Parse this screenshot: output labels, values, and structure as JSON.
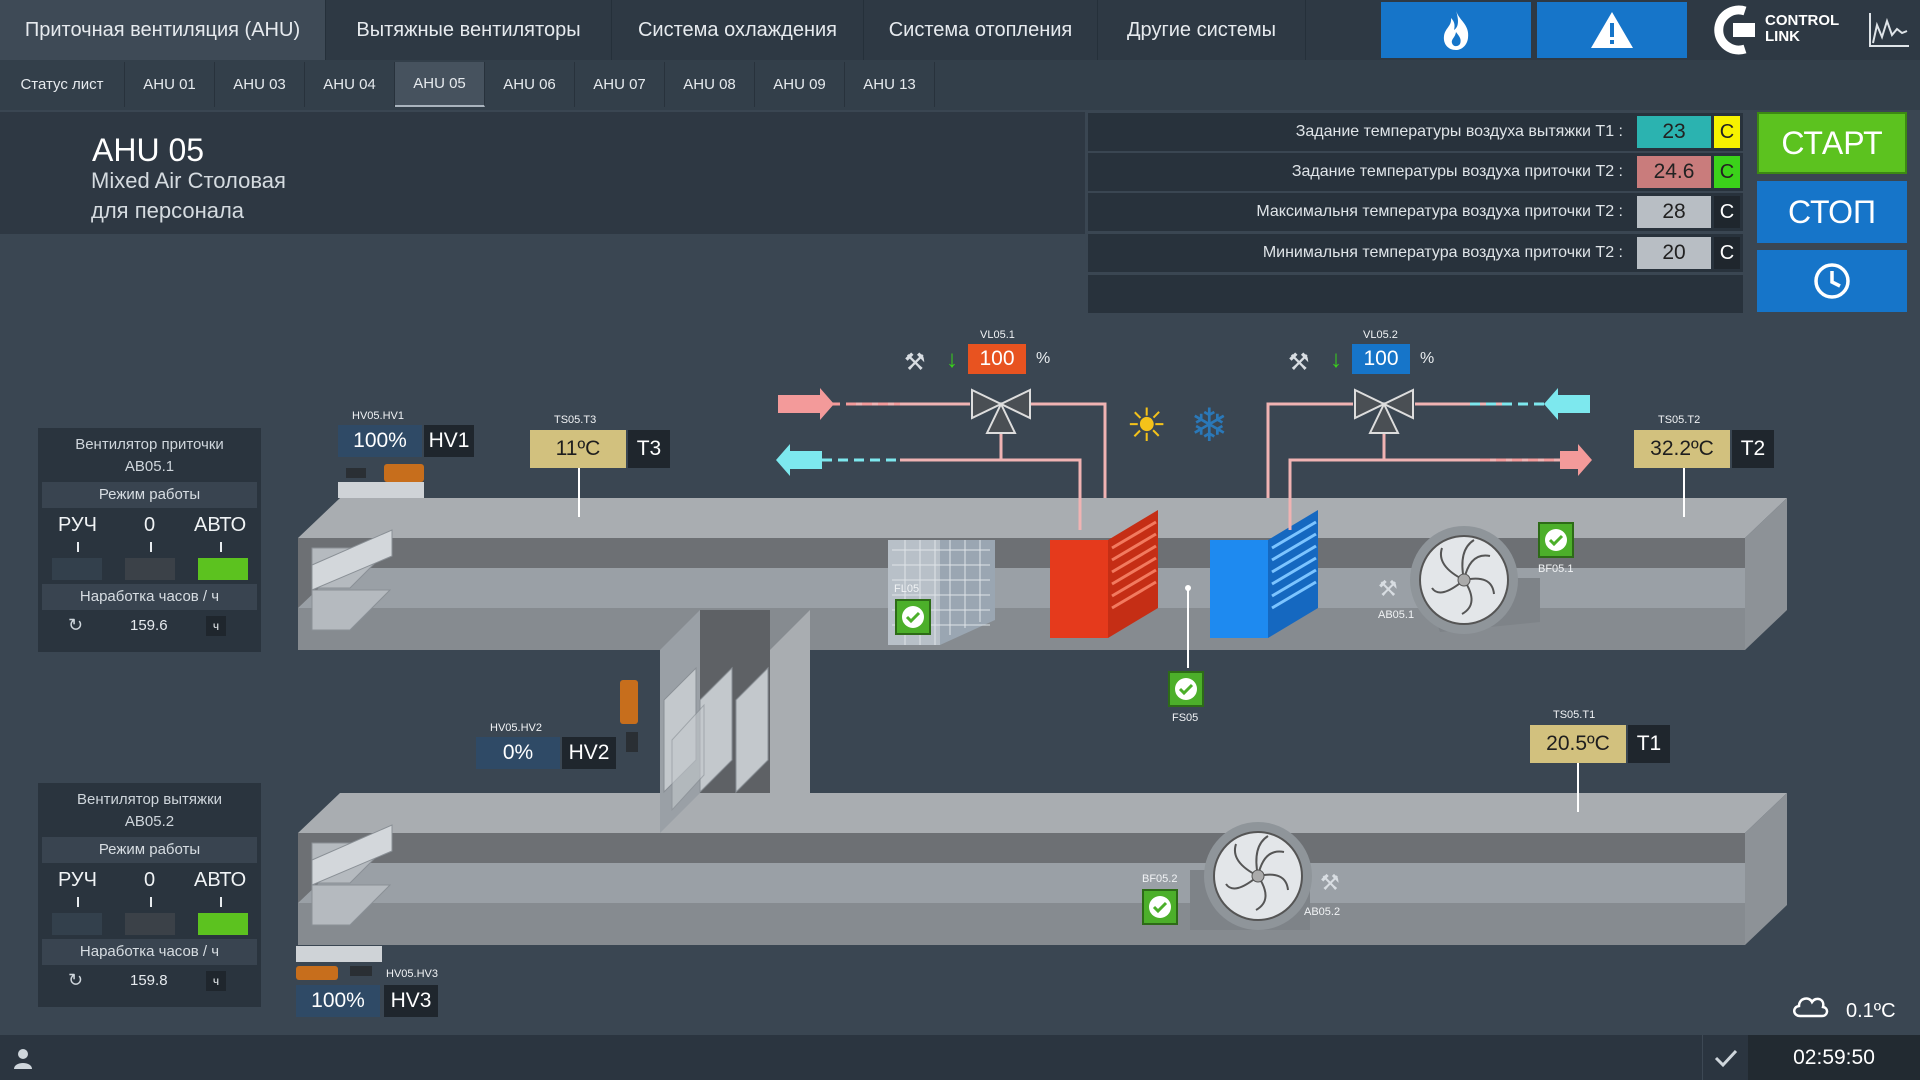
{
  "topnav": {
    "tabs": [
      {
        "label": "Приточная вентиляция (AHU)",
        "active": true
      },
      {
        "label": "Вытяжные вентиляторы"
      },
      {
        "label": "Система охлаждения"
      },
      {
        "label": "Система отопления"
      },
      {
        "label": "Другие системы"
      }
    ],
    "logo_line1": "CONTROL",
    "logo_line2": "LINK"
  },
  "subnav": {
    "tabs": [
      "Статус лист",
      "AHU 01",
      "AHU 03",
      "AHU 04",
      "AHU 05",
      "AHU 06",
      "AHU 07",
      "AHU 08",
      "AHU 09",
      "AHU 13"
    ],
    "active": "AHU 05"
  },
  "unit": {
    "name": "AHU 05",
    "desc1": "Mixed Air Столовая",
    "desc2": "для персонала"
  },
  "settings": [
    {
      "label": "Задание температуры воздуха вытяжки T1 :",
      "value": "23",
      "unit": "C",
      "value_color": "#2bb3b0",
      "unit_color": "#f7f200"
    },
    {
      "label": "Задание температуры воздуха приточки T2 :",
      "value": "24.6",
      "unit": "C",
      "value_color": "#c97c7c",
      "unit_color": "#3bd21a"
    },
    {
      "label": "Максимальня температура воздуха приточки T2 :",
      "value": "28",
      "unit": "C",
      "value_color": "#b8bec4",
      "unit_color": "#1f262d"
    },
    {
      "label": "Минимальня температура воздуха приточки T2 :",
      "value": "20",
      "unit": "C",
      "value_color": "#b8bec4",
      "unit_color": "#1f262d"
    }
  ],
  "buttons": {
    "start": "СТАРТ",
    "stop": "СТОП"
  },
  "supply_fan": {
    "title1": "Вентилятор приточки",
    "title2": "AB05.1",
    "mode_label": "Режим работы",
    "modes": [
      "РУЧ",
      "0",
      "АВТО"
    ],
    "active_mode": "АВТО",
    "hours_label": "Наработка часов / ч",
    "hours": "159.6",
    "hours_unit": "ч"
  },
  "exhaust_fan": {
    "title1": "Вентилятор вытяжки",
    "title2": "AB05.2",
    "mode_label": "Режим работы",
    "modes": [
      "РУЧ",
      "0",
      "АВТО"
    ],
    "active_mode": "АВТО",
    "hours_label": "Наработка часов / ч",
    "hours": "159.8",
    "hours_unit": "ч"
  },
  "dampers": {
    "hv1": {
      "tag": "HV05.HV1",
      "value": "100%",
      "name": "HV1"
    },
    "hv2": {
      "tag": "HV05.HV2",
      "value": "0%",
      "name": "HV2"
    },
    "hv3": {
      "tag": "HV05.HV3",
      "value": "100%",
      "name": "HV3"
    }
  },
  "sensors": {
    "t3": {
      "tag": "TS05.T3",
      "value": "11ºC",
      "name": "T3"
    },
    "t2": {
      "tag": "TS05.T2",
      "value": "32.2ºC",
      "name": "T2"
    },
    "t1": {
      "tag": "TS05.T1",
      "value": "20.5ºC",
      "name": "T1"
    }
  },
  "valves": {
    "vl1": {
      "tag": "VL05.1",
      "value": "100",
      "unit": "%"
    },
    "vl2": {
      "tag": "VL05.2",
      "value": "100",
      "unit": "%"
    }
  },
  "devices": {
    "filter": "FL05",
    "flow_switch": "FS05",
    "supply_fan_tag": "AB05.1",
    "supply_fan_status": "BF05.1",
    "exhaust_fan_tag": "AB05.2",
    "exhaust_fan_status": "BF05.2"
  },
  "outdoor_temp": "0.1ºC",
  "clock": "02:59:50",
  "colors": {
    "accent_blue": "#1675c9",
    "start_green": "#5cc21f",
    "status_green": "#4caf2a",
    "heating_red": "#e53a1c",
    "cooling_blue": "#1e8af0",
    "sensor_tan": "#d2c17e",
    "damper_blue": "#2f4a66"
  }
}
